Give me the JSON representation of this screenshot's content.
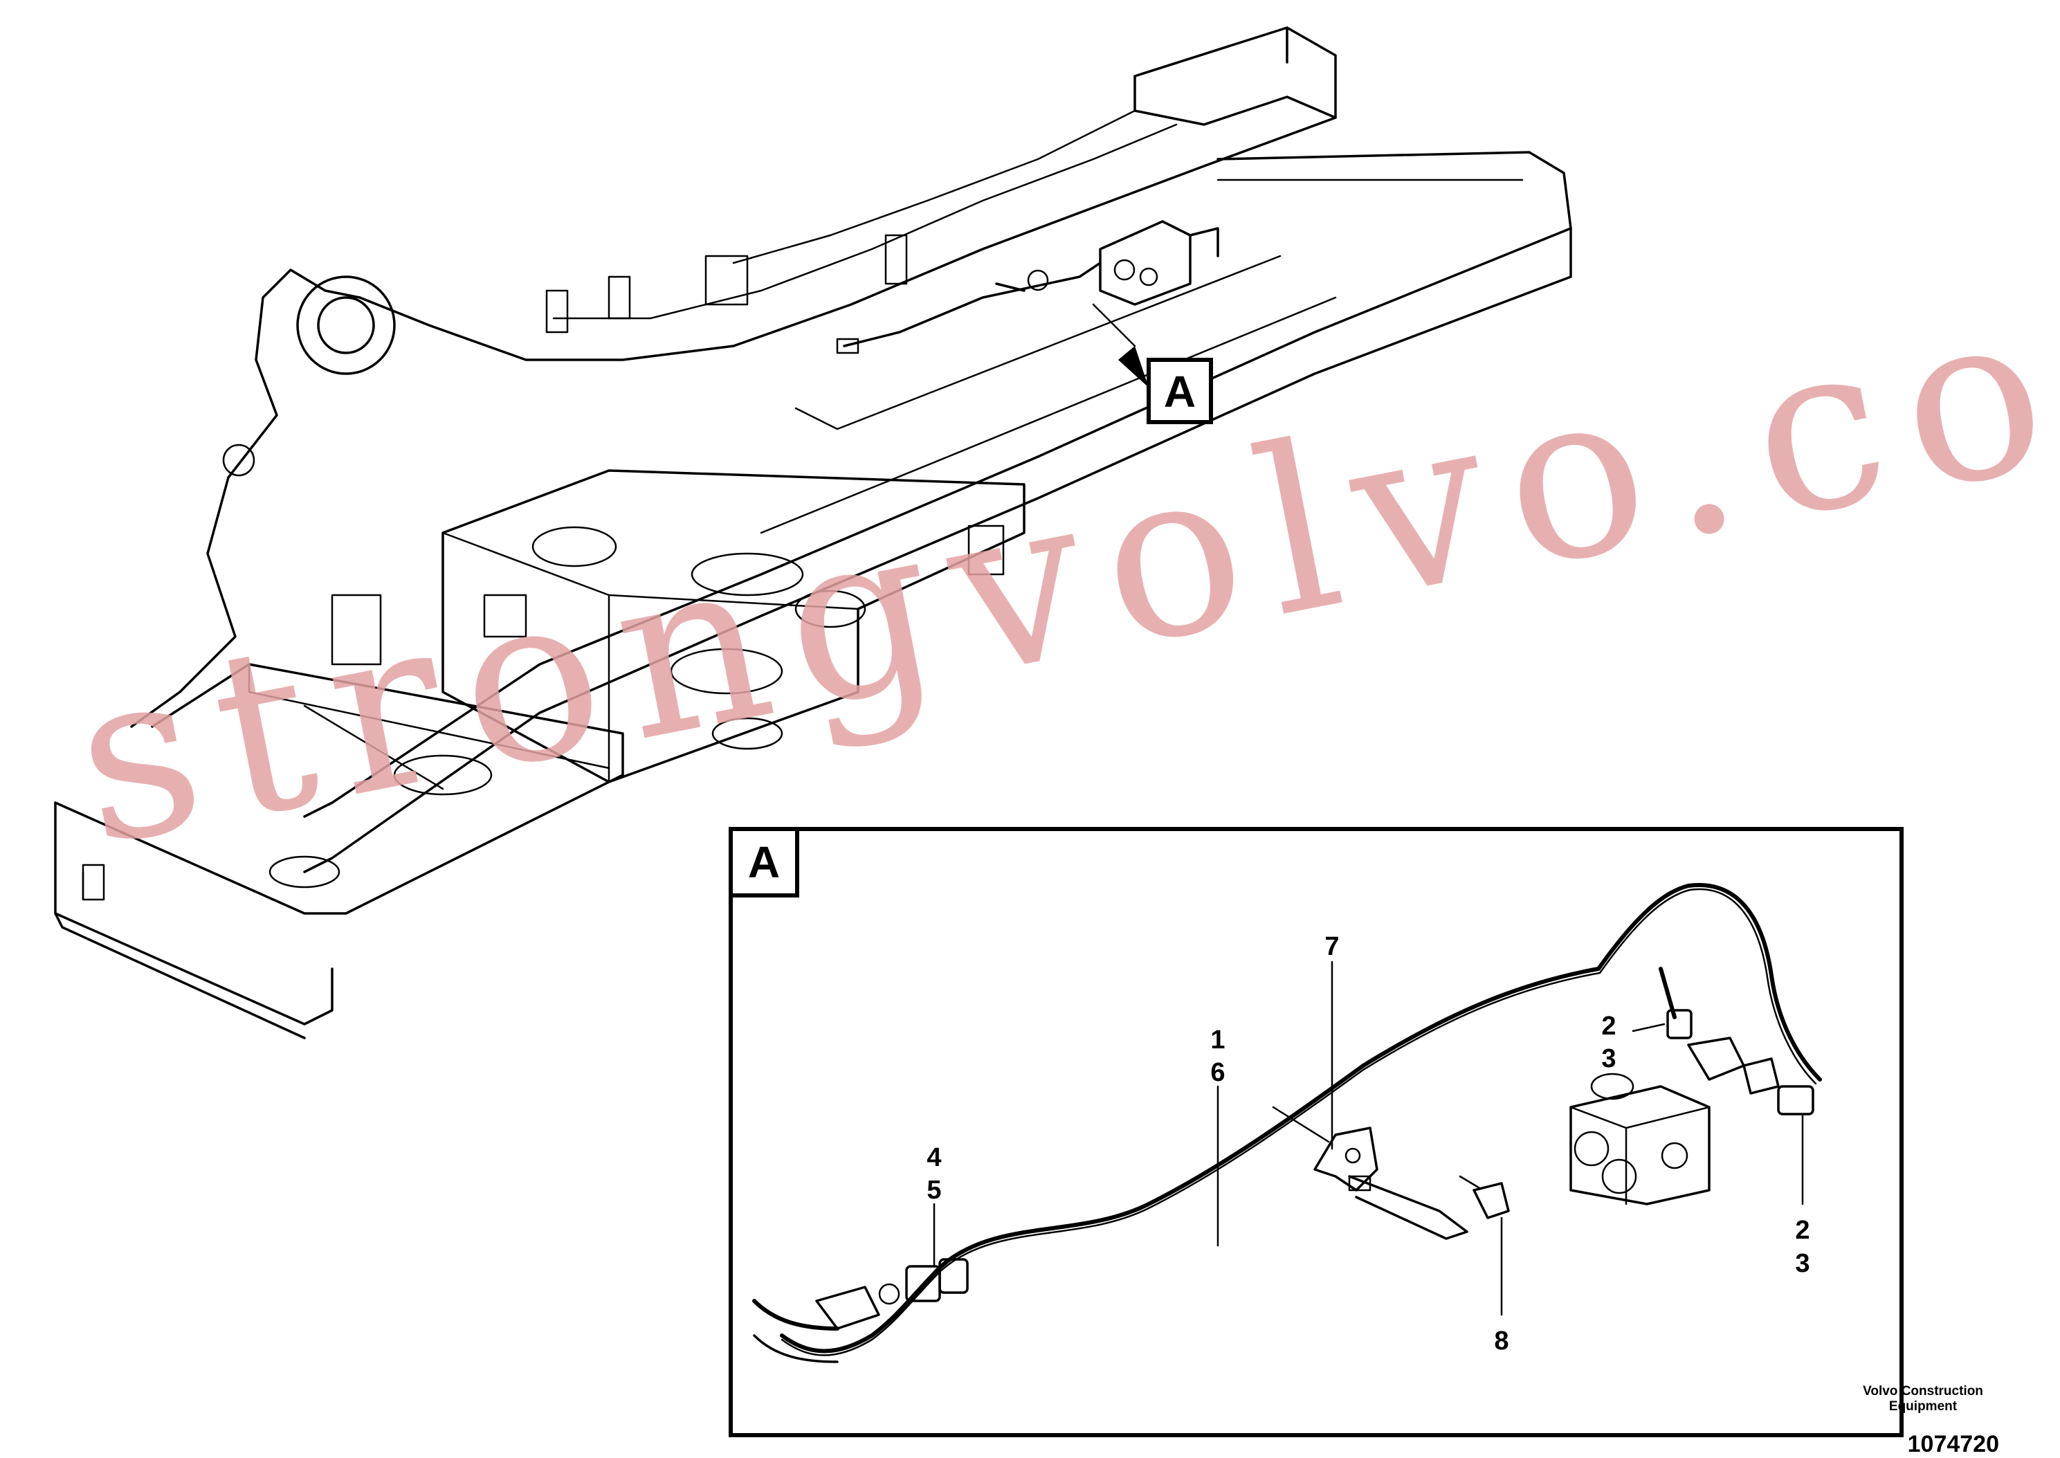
{
  "diagram": {
    "view_label_main": "A",
    "view_label_detail": "A",
    "callouts": {
      "c7": "7",
      "c1": "1",
      "c6": "6",
      "c4": "4",
      "c5": "5",
      "c8": "8",
      "c2_upper": "2",
      "c3_upper": "3",
      "c2_lower": "2",
      "c3_lower": "3"
    },
    "footer": {
      "brand_line1": "Volvo Construction",
      "brand_line2": "Equipment",
      "drawing_number": "1074720"
    },
    "watermark_text": "strongvolvo.com"
  }
}
